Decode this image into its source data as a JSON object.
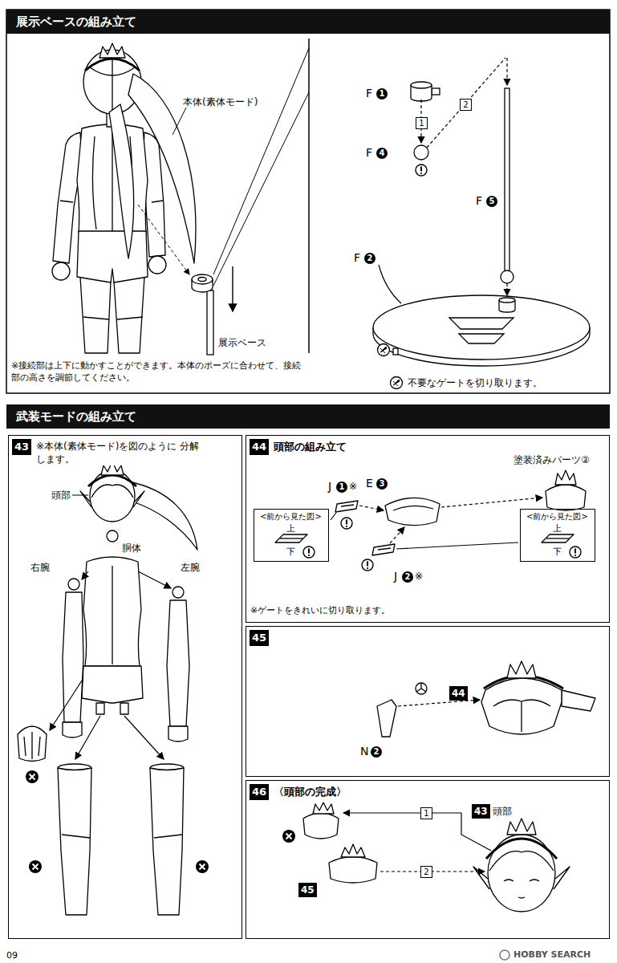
{
  "diagram": {
    "nodes": [
      {
        "text": [
          "展示ベースの組み立て"
        ]
      },
      {
        "text": [
          "武装モードの組み立て"
        ]
      },
      {
        "text": [
          "43",
          "※本体(素体モード)を図のように 分解します。"
        ]
      },
      {
        "text": [
          "44",
          "頭部の組み立て"
        ]
      },
      {
        "text": [
          "<前から見た図>",
          "上",
          "下"
        ],
        "in": 3
      },
      {
        "text": [
          "<前から見た図>",
          "上",
          "下"
        ],
        "in": 3
      },
      {
        "text": [
          "45"
        ]
      },
      {
        "text": [
          "46",
          "〈頭部の完成〉"
        ]
      }
    ],
    "labels": [
      "本体(素体モード)",
      "展示ベース",
      "※接続部は上下に動かすことができます。本体のポーズに合わせて、接続部の高さを調節してください。",
      "F",
      "1",
      "1",
      "F",
      "4",
      "2",
      "F",
      "5",
      "F",
      "2",
      "不要なゲートを切り取ります。",
      "頭部",
      "右腕",
      "胴体",
      "左腕",
      "E",
      "3",
      "塗装済みパーツ②",
      "J",
      "1",
      "※",
      "J",
      "2",
      "※",
      "※ゲートをきれいに切り取ります。",
      "44",
      "N",
      "2",
      "43",
      "頭部",
      "1",
      "45",
      "2",
      "09",
      "HOBBY SEARCH"
    ]
  }
}
